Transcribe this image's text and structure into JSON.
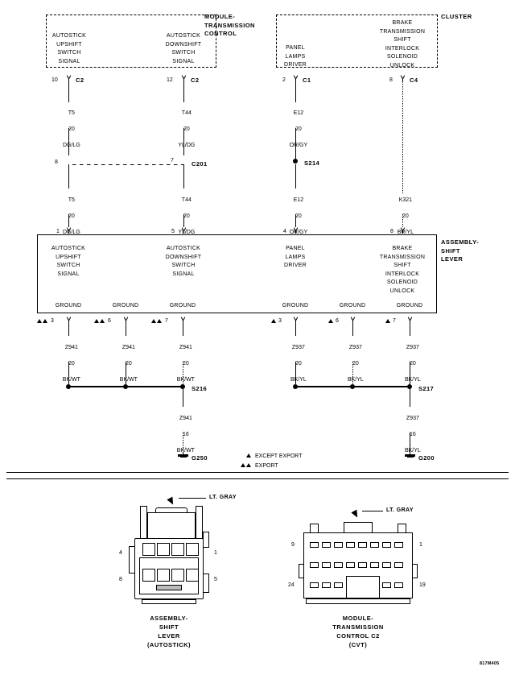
{
  "diagram": {
    "id_tag": "817M405",
    "modules": {
      "transmission_control": {
        "title": "MODULE-\nTRANSMISSION\nCONTROL",
        "pins": [
          {
            "label": "AUTOSTICK\nUPSHIFT\nSWITCH\nSIGNAL",
            "pin": "10",
            "connector": "C2"
          },
          {
            "label": "AUTOSTICK\nDOWNSHIFT\nSWITCH\nSIGNAL",
            "pin": "12",
            "connector": "C2"
          }
        ]
      },
      "cluster": {
        "title": "CLUSTER",
        "pins": [
          {
            "label": "PANEL\nLAMPS\nDRIVER",
            "pin": "2",
            "connector": "C1"
          },
          {
            "label": "BRAKE\nTRANSMISSION\nSHIFT\nINTERLOCK\nSOLENOID\nUNLOCK",
            "pin": "8",
            "connector": "C4"
          }
        ]
      },
      "shift_lever": {
        "title": "ASSEMBLY-\nSHIFT\nLEVER",
        "signals": [
          {
            "label": "AUTOSTICK\nUPSHIFT\nSWITCH\nSIGNAL",
            "pin": "1"
          },
          {
            "label": "AUTOSTICK\nDOWNSHIFT\nSWITCH\nSIGNAL",
            "pin": "5"
          },
          {
            "label": "PANEL\nLAMPS\nDRIVER",
            "pin": "4"
          },
          {
            "label": "BRAKE\nTRANSMISSION\nSHIFT\nINTERLOCK\nSOLENOID\nUNLOCK",
            "pin": "8"
          }
        ],
        "grounds": [
          {
            "label": "GROUND",
            "pin": "3",
            "marker": "export"
          },
          {
            "label": "GROUND",
            "pin": "6",
            "marker": "export"
          },
          {
            "label": "GROUND",
            "pin": "7",
            "marker": "export"
          },
          {
            "label": "GROUND",
            "pin": "3",
            "marker": "except_export"
          },
          {
            "label": "GROUND",
            "pin": "6",
            "marker": "except_export"
          },
          {
            "label": "GROUND",
            "pin": "7",
            "marker": "except_export"
          }
        ]
      }
    },
    "wires_upper": [
      {
        "circuit": "T5",
        "gauge": "20",
        "color": "DG/LG"
      },
      {
        "circuit": "T44",
        "gauge": "20",
        "color": "YL/DG"
      },
      {
        "circuit": "E12",
        "gauge": "20",
        "color": "OR/GY"
      }
    ],
    "wires_middle": [
      {
        "circuit": "T5",
        "gauge": "20",
        "color": "DG/LG"
      },
      {
        "circuit": "T44",
        "gauge": "20",
        "color": "YL/DG"
      },
      {
        "circuit": "E12",
        "gauge": "20",
        "color": "OR/GY"
      },
      {
        "circuit": "K321",
        "gauge": "20",
        "color": "BR/YL"
      }
    ],
    "wires_ground": [
      {
        "circuit": "Z941",
        "gauge": "20",
        "color": "BK/WT"
      },
      {
        "circuit": "Z941",
        "gauge": "20",
        "color": "BK/WT"
      },
      {
        "circuit": "Z941",
        "gauge": "20",
        "color": "BK/WT"
      },
      {
        "circuit": "Z937",
        "gauge": "20",
        "color": "BK/YL"
      },
      {
        "circuit": "Z937",
        "gauge": "20",
        "color": "BK/YL"
      },
      {
        "circuit": "Z937",
        "gauge": "20",
        "color": "BK/YL"
      }
    ],
    "wires_ground_trunk": [
      {
        "circuit": "Z941",
        "gauge": "16",
        "color": "BK/WT"
      },
      {
        "circuit": "Z937",
        "gauge": "16",
        "color": "BK/YL"
      }
    ],
    "inline_connector": {
      "name": "C201",
      "left_pin": "8",
      "right_pin": "7"
    },
    "splices": [
      {
        "name": "S214"
      },
      {
        "name": "S216"
      },
      {
        "name": "S217"
      }
    ],
    "ground_points": [
      {
        "name": "G250"
      },
      {
        "name": "G200"
      }
    ],
    "legend": [
      {
        "marker": "▲",
        "text": "EXCEPT EXPORT"
      },
      {
        "marker": "▲▲",
        "text": "EXPORT"
      }
    ],
    "connector_views": [
      {
        "caption": "ASSEMBLY-\nSHIFT\nLEVER\n(AUTOSTICK)",
        "color_note": "LT. GRAY",
        "pin_top_left": "4",
        "pin_top_right": "1",
        "pin_bottom_left": "8",
        "pin_bottom_right": "5"
      },
      {
        "caption": "MODULE-\nTRANSMISSION\nCONTROL C2\n(CVT)",
        "color_note": "LT. GRAY",
        "pin_top_left": "9",
        "pin_top_right": "1",
        "pin_bottom_left": "24",
        "pin_bottom_right": "19"
      }
    ]
  }
}
